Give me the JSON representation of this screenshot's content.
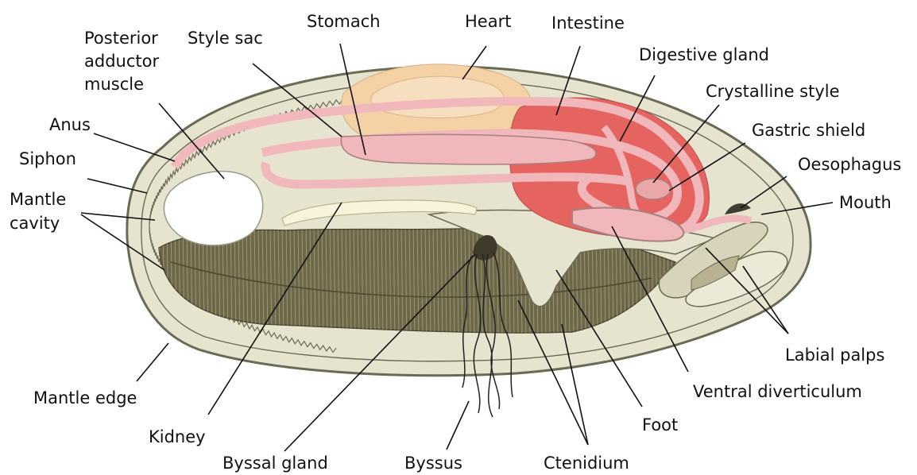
{
  "labels": {
    "posterior_adductor": [
      "Posterior",
      "adductor",
      "muscle"
    ],
    "style_sac": "Style sac",
    "stomach": "Stomach",
    "heart": "Heart",
    "intestine": "Intestine",
    "digestive_gland": "Digestive gland",
    "crystalline_style": "Crystalline style",
    "gastric_shield": "Gastric shield",
    "oesophagus": "Oesophagus",
    "mouth": "Mouth",
    "anus": "Anus",
    "siphon": "Siphon",
    "mantle_cavity": [
      "Mantle",
      "cavity"
    ],
    "mantle_edge": "Mantle edge",
    "kidney": "Kidney",
    "byssal_gland": "Byssal gland",
    "byssus": "Byssus",
    "ctenidium": "Ctenidium",
    "foot": "Foot",
    "ventral_diverticulum": "Ventral diverticulum",
    "labial_palps": "Labial palps"
  },
  "colors": {
    "shell_fill": "#e6e3cf",
    "shell_stroke": "#6b6a55",
    "gill": "#6e6849",
    "gill_line": "#c9c4a6",
    "gut": "#f0b8bb",
    "gut_stroke": "#a98082",
    "digestive_gland": "#e5645f",
    "heart": "#f4d2a6",
    "adductor": "#ffffff",
    "kidney": "#f8f4dc",
    "leader": "#111111"
  }
}
